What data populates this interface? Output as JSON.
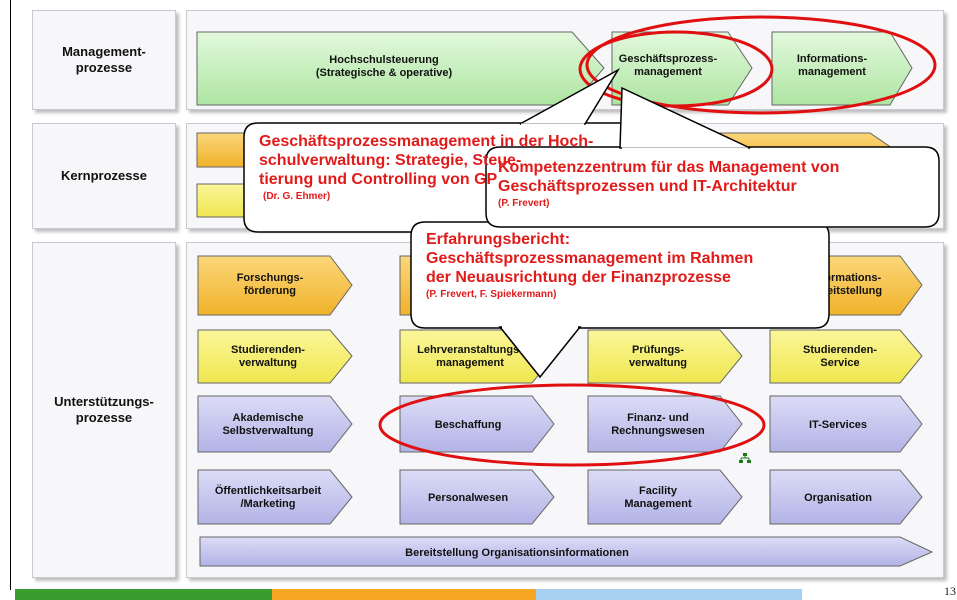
{
  "sections": [
    {
      "label": "Management-\nprozesse"
    },
    {
      "label": "Kernprozesse"
    },
    {
      "label": "Unterstützungs-\nprozesse"
    }
  ],
  "management": {
    "steering": [
      "Hochschulsteuerung",
      "(Strategische & operative)"
    ],
    "gpm": [
      "Geschäftsprozess-",
      "management"
    ],
    "im": [
      "Informations-",
      "management"
    ]
  },
  "support": {
    "forschung": [
      "Forschungs-",
      "förderung"
    ],
    "informationsbereitstellung": [
      "Informations-",
      "bereitstellung"
    ],
    "studierendenverwaltung": [
      "Studierenden-",
      "verwaltung"
    ],
    "lehrveranstaltungsmanagement": [
      "Lehrveranstaltungs-",
      "management"
    ],
    "pruefungsverwaltung": [
      "Prüfungs-",
      "verwaltung"
    ],
    "studierendenservice": [
      "Studierenden-",
      "Service"
    ],
    "akademische": [
      "Akademische",
      "Selbstverwaltung"
    ],
    "beschaffung": [
      "Beschaffung"
    ],
    "finanz": [
      "Finanz- und",
      "Rechnungswesen"
    ],
    "itservices": [
      "IT-Services"
    ],
    "oeffentlichkeit": [
      "Öffentlichkeitsarbeit",
      "/Marketing"
    ],
    "personal": [
      "Personalwesen"
    ],
    "facility": [
      "Facility",
      "Management"
    ],
    "organisation": [
      "Organisation"
    ],
    "bereitstellung": [
      "Bereitstellung Organisationsinformationen"
    ]
  },
  "callouts": {
    "ehmer": {
      "text": "Geschäftsprozessmanagement in der Hoch-\nschulverwaltung: Strategie, Steue-\ntierung und Controlling von GP",
      "author": "(Dr. G. Ehmer)"
    },
    "frevert": {
      "text": "Kompetenzzentrum für das Management von\nGeschäftsprozessen und IT-Architektur",
      "author": "(P. Frevert)"
    },
    "bericht": {
      "text": "Erfahrungsbericht:\nGeschäftsprozessmanagement im Rahmen\nder Neuausrichtung der Finanzprozesse",
      "author": "(P. Frevert, F. Spiekermann)"
    }
  },
  "page_number": "13",
  "colors": {
    "management_fill": "#c8f0c0",
    "core_fill": "#f5c242",
    "support_yellow": "#f6f06a",
    "support_orange": "#f7c243",
    "support_lavender": "#c4c4ee",
    "highlight_red": "#e01010",
    "bar_green": "#3a9c2c",
    "bar_orange": "#f5a623",
    "bar_blue": "#a8d0f0"
  }
}
